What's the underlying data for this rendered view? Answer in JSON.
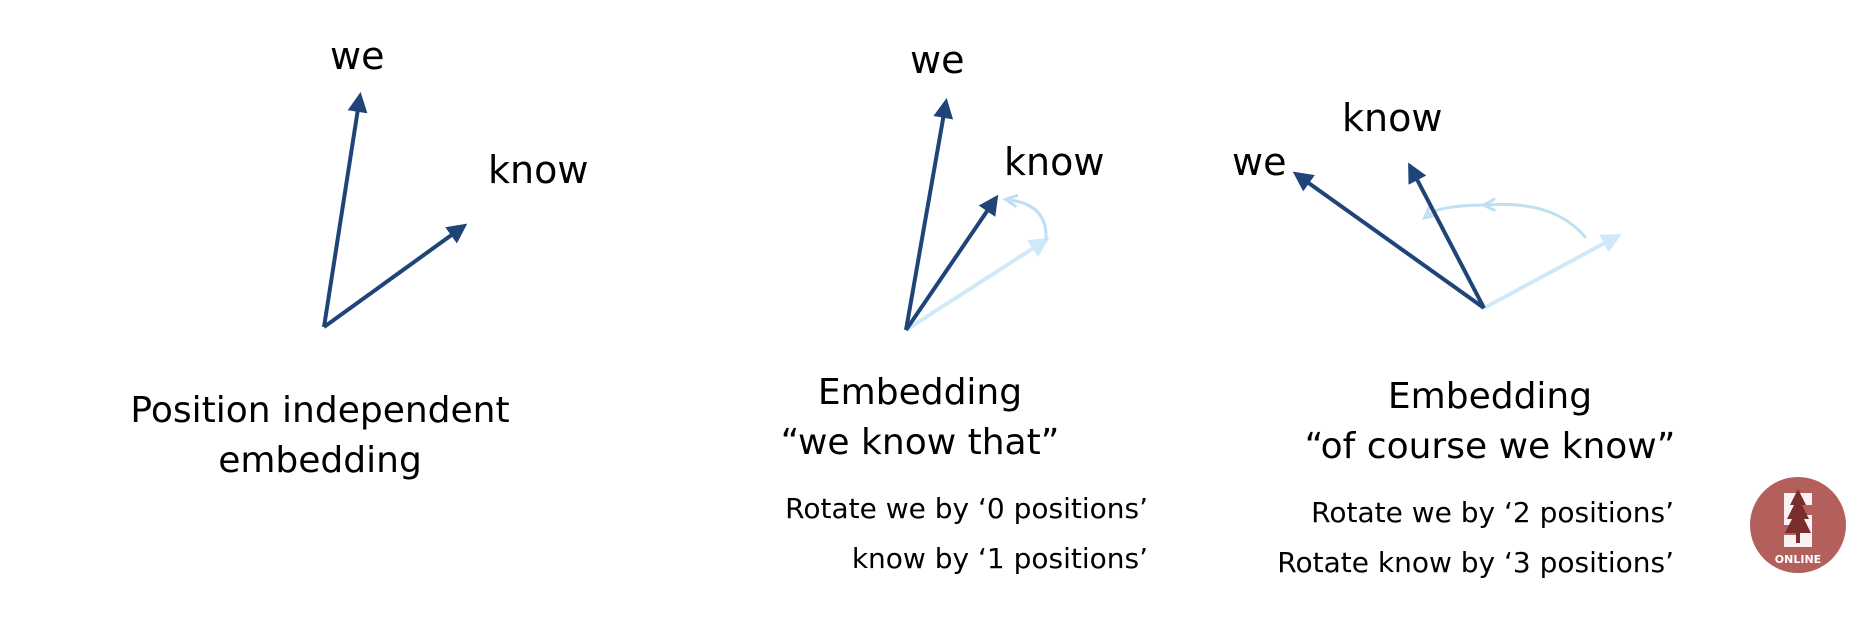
{
  "colors": {
    "vector": "#1f4478",
    "vector_ghost": "#cfe9f8",
    "arc": "#bfe0f3",
    "logo_bg": "#b3605d",
    "logo_fg": "#ffffff"
  },
  "panels": [
    {
      "we_label": "we",
      "know_label": "know",
      "caption": [
        "Position independent",
        "embedding"
      ],
      "notes": []
    },
    {
      "we_label": "we",
      "know_label": "know",
      "caption": [
        "Embedding",
        "“we know that”"
      ],
      "notes": [
        "Rotate we by ‘0 positions’",
        "know by ‘1 positions’"
      ]
    },
    {
      "we_label": "we",
      "know_label": "know",
      "caption": [
        "Embedding",
        "“of course we know”"
      ],
      "notes": [
        "Rotate we by ‘2 positions’",
        "Rotate know by ‘3 positions’"
      ]
    }
  ],
  "logo": {
    "text": "ONLINE",
    "icon": "stanford-tree-icon"
  }
}
